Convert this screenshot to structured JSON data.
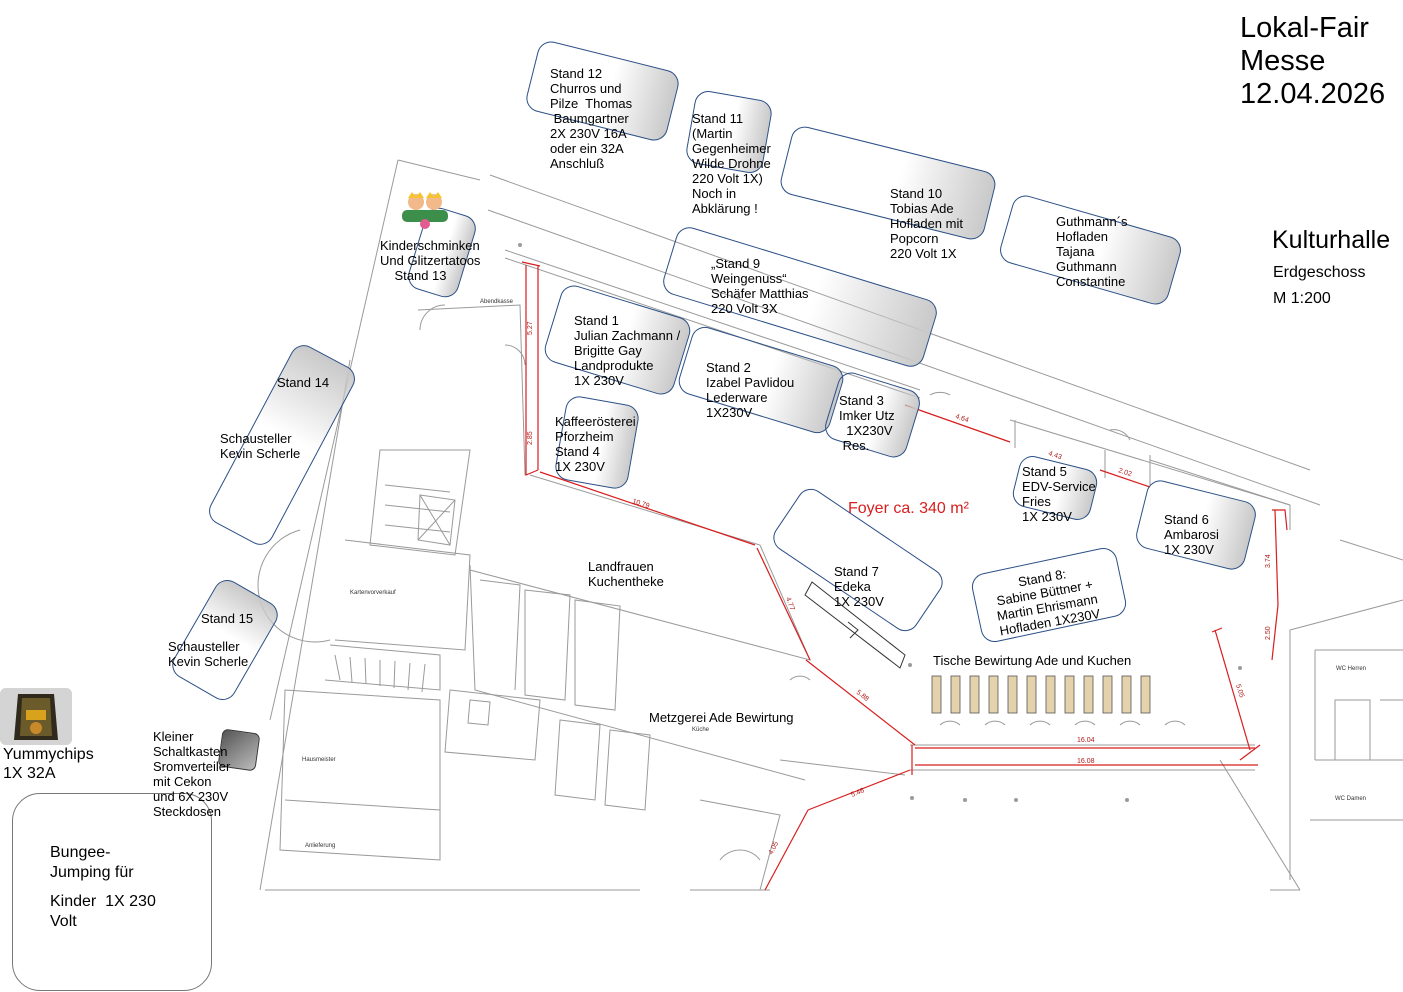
{
  "header": {
    "title_line1": "Lokal-Fair",
    "title_line2": "Messe",
    "title_line3": "12.04.2026",
    "hall_name": "Kulturhalle",
    "floor": "Erdgeschoss",
    "scale": "M 1:200",
    "foyer": "Foyer ca. 340 m²"
  },
  "stands": {
    "s12": "Stand 12\nChurros und\nPilze  Thomas\n Baumgartner\n2X 230V 16A\noder ein 32A\nAnschluß",
    "s11": "Stand 11\n(Martin\nGegenheimer\nWilde Drohne\n220 Volt 1X)\nNoch in\nAbklärung !",
    "s10": "Stand 10\nTobias Ade\nHofladen mit\nPopcorn\n220 Volt 1X",
    "guthmann": "Guthmann´s\nHofladen\nTajana\nGuthmann\nConstantine",
    "s9": "„Stand 9\nWeingenuss“\nSchäfer Matthias\n220 Volt 3X",
    "s13": "Kinderschminken\nUnd Glitzertatoos\n    Stand 13",
    "s1": "Stand 1\nJulian Zachmann /\nBrigitte Gay\nLandprodukte\n1X 230V",
    "s2": "Stand 2\nIzabel Pavlidou\nLederware\n1X230V",
    "s3": "Stand 3\nImker Utz\n  1X230V\n Res.",
    "s4": "Kaffeerösterei\nPforzheim\nStand 4\n1X 230V",
    "s5": "Stand 5\nEDV-Service\nFries\n1X 230V",
    "s6": "Stand 6\nAmbarosi\n1X 230V",
    "s7": "Stand 7\nEdeka\n1X 230V",
    "s8": "Stand 8:\nSabine Büttner +\nMartin Ehrismann\nHofladen 1X230V",
    "s14_title": "Stand 14",
    "s14_body": "Schausteller\nKevin Scherle",
    "s15_title": "Stand 15",
    "s15_body": "Schausteller\nKevin Scherle",
    "yummy": "Yummychips\n1X 32A",
    "schaltkasten": "Kleiner\nSchaltkasten\nSromverteiler\nmit Cekon\nund 6X 230V\nSteckdosen",
    "bungee1": "Bungee-\nJumping für",
    "bungee2": "Kinder  1X 230\nVolt"
  },
  "rooms": {
    "landfrauen": "Landfrauen\nKuchentheke",
    "metzgerei": "Metzgerei Ade Bewirtung",
    "kueche": "Küche",
    "tische": "Tische Bewirtung Ade und Kuchen",
    "abendkasse": "Abendkasse",
    "kartenvorverkauf": "Kartenvorverkauf",
    "hausmeister": "Hausmeister",
    "anlieferung": "Anlieferung",
    "wc_herren": "WC Herren",
    "wc_damen": "WC Damen"
  },
  "dimensions": [
    "5.27",
    "2.85",
    "10.79",
    "4.77",
    "5.88",
    "5.46",
    "4.05",
    "4.64",
    "4.43",
    "2.02",
    "3.74",
    "2.50",
    "5.05",
    "16.04",
    "16.08"
  ],
  "colors": {
    "box_border": "#2b4f86",
    "dimension": "#d81e1e",
    "plan_line": "#9a9a9a"
  }
}
